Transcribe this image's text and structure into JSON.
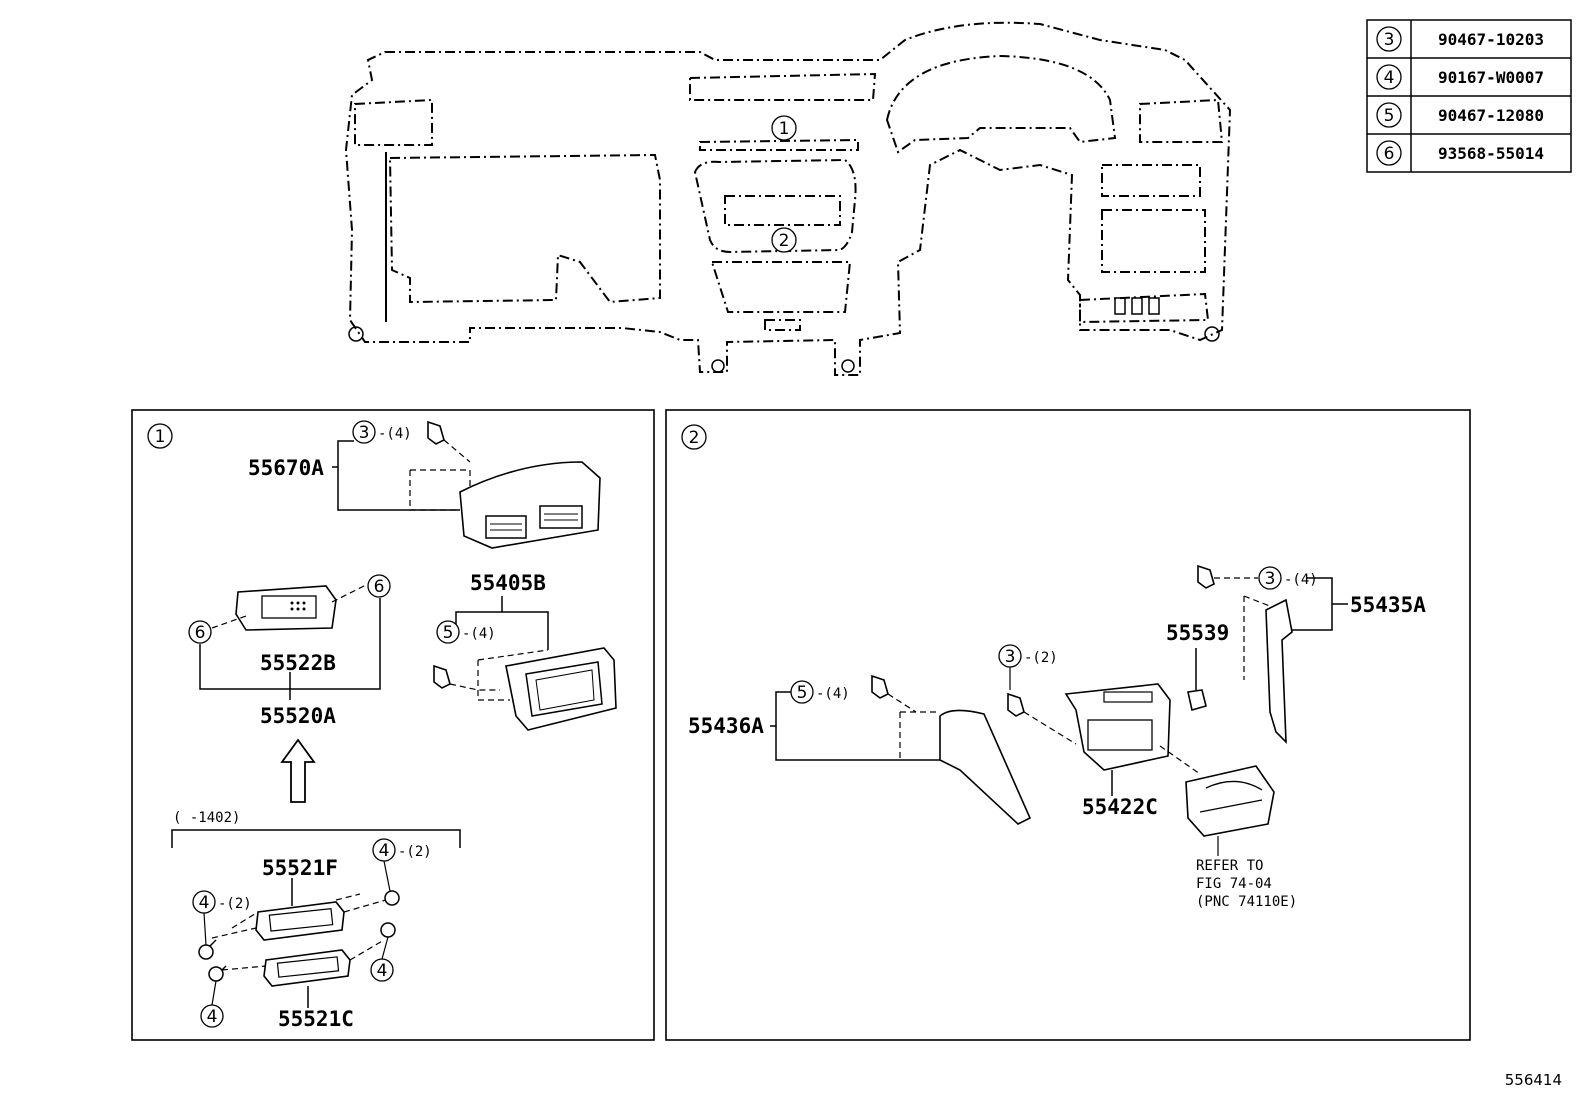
{
  "parts_table": [
    {
      "ref": "3",
      "part_no": "90467-10203"
    },
    {
      "ref": "4",
      "part_no": "90167-W0007"
    },
    {
      "ref": "5",
      "part_no": "90467-12080"
    },
    {
      "ref": "6",
      "part_no": "93568-55014"
    }
  ],
  "overview": {
    "callout_1": "1",
    "callout_2": "2"
  },
  "panel1": {
    "number": "1",
    "label_55670A": "55670A",
    "ref_3": "3",
    "qty_3": "-(4)",
    "label_55405B": "55405B",
    "ref_5": "5",
    "qty_5": "-(4)",
    "label_55522B": "55522B",
    "label_55520A": "55520A",
    "ref_6a": "6",
    "ref_6b": "6",
    "date_range": "(    -1402)",
    "label_55521F": "55521F",
    "label_55521C": "55521C",
    "ref_4a": "4",
    "qty_4a": "-(2)",
    "ref_4b": "4",
    "qty_4b": "-(2)",
    "ref_4c": "4",
    "ref_4d": "4"
  },
  "panel2": {
    "number": "2",
    "label_55436A": "55436A",
    "ref_5": "5",
    "qty_5": "-(4)",
    "ref_3a": "3",
    "qty_3a": "-(2)",
    "label_55422C": "55422C",
    "label_55539": "55539",
    "ref_3b": "3",
    "qty_3b": "-(4)",
    "label_55435A": "55435A",
    "refer_line1": "REFER TO",
    "refer_line2": "FIG 74-04",
    "refer_line3": "(PNC 74110E)"
  },
  "footer_id": "556414"
}
